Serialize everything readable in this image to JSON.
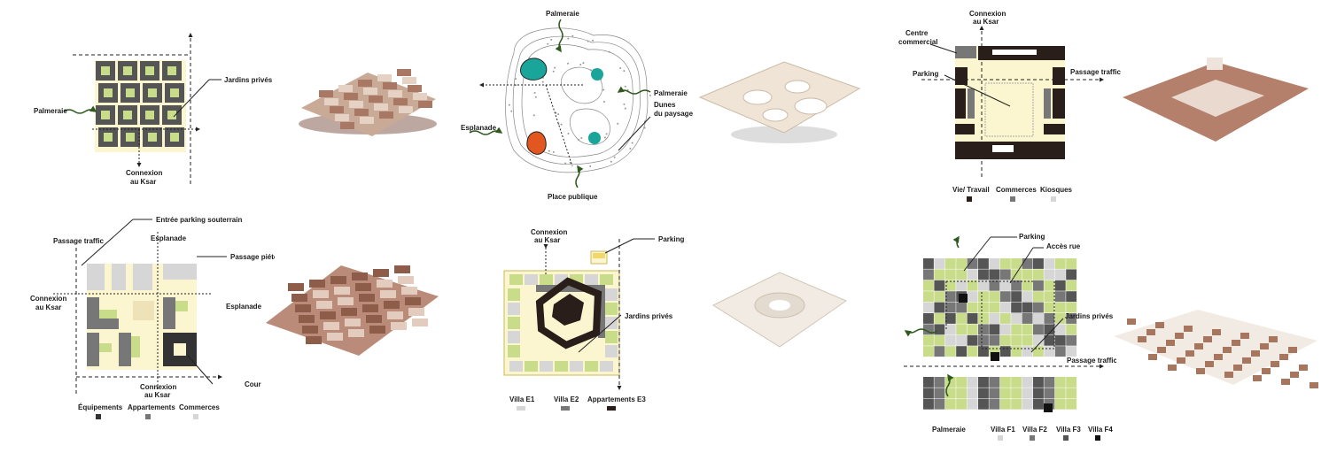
{
  "panels": [
    {
      "id": "p1",
      "labels": {
        "palmeraie": "Palmeraie",
        "jardins": "Jardins privés",
        "connexion_1": "Connexion",
        "connexion_2": "au Ksar"
      }
    },
    {
      "id": "p2",
      "labels": {
        "palmeraie_top": "Palmeraie",
        "palmeraie_right": "Palmeraie",
        "esplanade": "Esplanade",
        "dunes_1": "Dunes",
        "dunes_2": "du paysage",
        "place": "Place publique"
      }
    },
    {
      "id": "p3",
      "labels": {
        "connexion_1": "Connexion",
        "connexion_2": "au Ksar",
        "centre_1": "Centre",
        "centre_2": "commercial",
        "parking": "Parking",
        "passage": "Passage traffic"
      },
      "legend": [
        "Vie/ Travail",
        "Commerces",
        "Kiosques"
      ]
    },
    {
      "id": "p4",
      "labels": {
        "entree": "Entrée parking souterrain",
        "passage_traffic": "Passage traffic",
        "esplanade_top": "Esplanade",
        "passage_pieton": "Passage piéton",
        "connexion_left_1": "Connexion",
        "connexion_left_2": "au Ksar",
        "esplanade_right": "Esplanade",
        "connexion_bottom_1": "Connexion",
        "connexion_bottom_2": "au Ksar",
        "cour": "Cour"
      },
      "legend": [
        "Équipements",
        "Appartements",
        "Commerces"
      ]
    },
    {
      "id": "p5",
      "labels": {
        "connexion_1": "Connexion",
        "connexion_2": "au Ksar",
        "parking": "Parking",
        "jardins": "Jardins privés"
      },
      "legend": [
        "Villa E1",
        "Villa E2",
        "Appartements E3"
      ]
    },
    {
      "id": "p6",
      "labels": {
        "parking": "Parking",
        "acces": "Accès rue",
        "jardins": "Jardins privés",
        "passage": "Passage traffic",
        "palmeraie": "Palmeraie"
      },
      "legend": [
        "Villa F1",
        "Villa F2",
        "Villa F3",
        "Villa F4"
      ]
    }
  ],
  "colors": {
    "dark": "#555555",
    "black": "#2a1e1a",
    "green": "#c9dc8a",
    "cream": "#fbf6cf",
    "grey": "#9a9a9a",
    "light": "#d6d6d6",
    "teal": "#1aa59b",
    "orange": "#e2561f",
    "arrow_green": "#2f5a1e",
    "model": "#c9aa96"
  }
}
